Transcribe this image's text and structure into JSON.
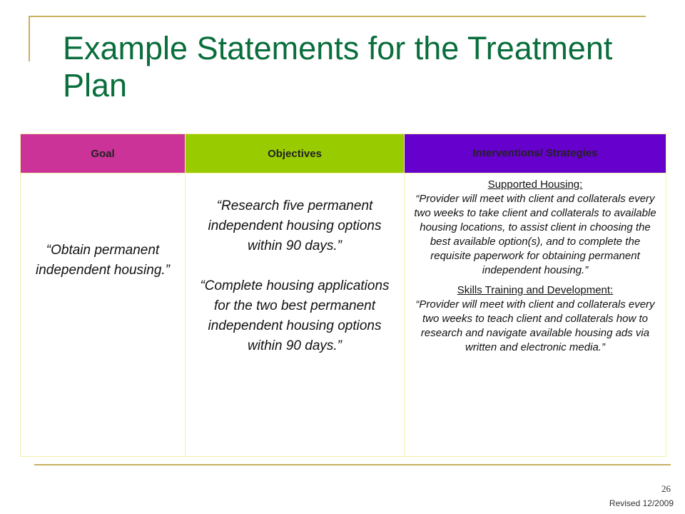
{
  "slide": {
    "title": "Example Statements for the Treatment Plan",
    "colors": {
      "title": "#0a6e3c",
      "goal_header": "#cc3399",
      "objectives_header": "#99cc00",
      "interventions_header": "#6600cc",
      "rules": "#c8b060"
    },
    "table": {
      "headers": {
        "goal": "Goal",
        "objectives": "Objectives",
        "interventions": "Interventions/ Strategies"
      },
      "goal": "“Obtain permanent independent housing.”",
      "objectives": [
        "“Research five permanent independent housing options within 90 days.”",
        "“Complete housing applications for the two best permanent independent housing options within 90 days.”"
      ],
      "interventions": [
        {
          "heading": "Supported Housing:",
          "text": "“Provider will meet with client and collaterals every two weeks to take client and collaterals to available housing locations, to assist client in choosing the best available option(s), and to complete the requisite paperwork for obtaining permanent independent housing.”"
        },
        {
          "heading": "Skills Training and Development:",
          "text": "“Provider will meet with client and collaterals every two weeks to teach client and collaterals how to research and navigate available housing ads via written and electronic media.”"
        }
      ]
    },
    "page_number": "26",
    "revised": "Revised 12/2009"
  }
}
